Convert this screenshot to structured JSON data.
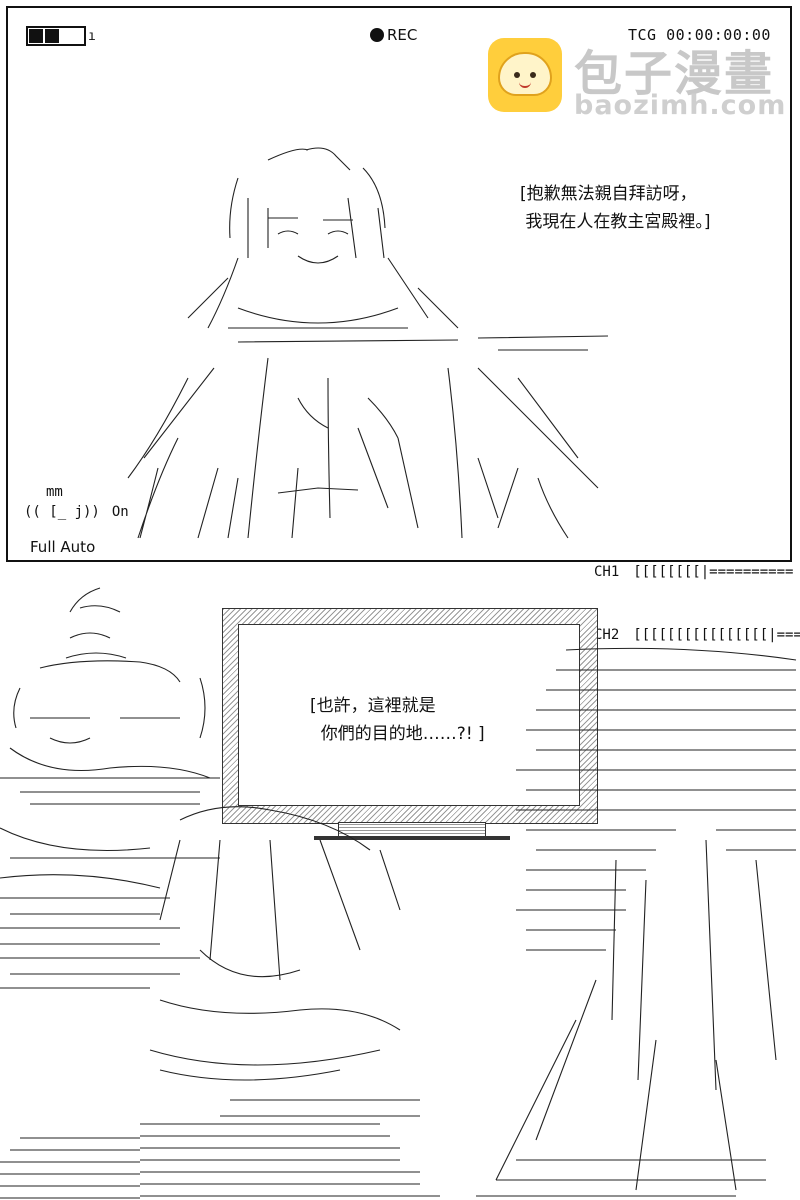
{
  "viewfinder": {
    "battery_tail": "ı",
    "rec_label": "REC",
    "timecode": "TCG 00:00:00:00",
    "mic_label": "mm",
    "mic_symbol": "(( [_ j))",
    "mic_state": "On",
    "mode": "Full Auto",
    "channels": [
      {
        "label": "CH1",
        "meter": "[[[[[[[[|=========="
      },
      {
        "label": "CH2",
        "meter": "[[[[[[[[[[[[[[[[|====="
      }
    ]
  },
  "watermark": {
    "title": "包子漫畫",
    "domain": "baozimh.com",
    "icon": "bun-logo-icon"
  },
  "dialogue": {
    "bubble1": "[抱歉無法親自拜訪呀，\n 我現在人在教主宮殿裡。]",
    "bubble2": "[也許，這裡就是\n  你們的目的地……?! ]"
  },
  "colors": {
    "ink": "#111111",
    "logo_yellow": "#ffce3c",
    "watermark_gray": "#c8c8c8"
  }
}
